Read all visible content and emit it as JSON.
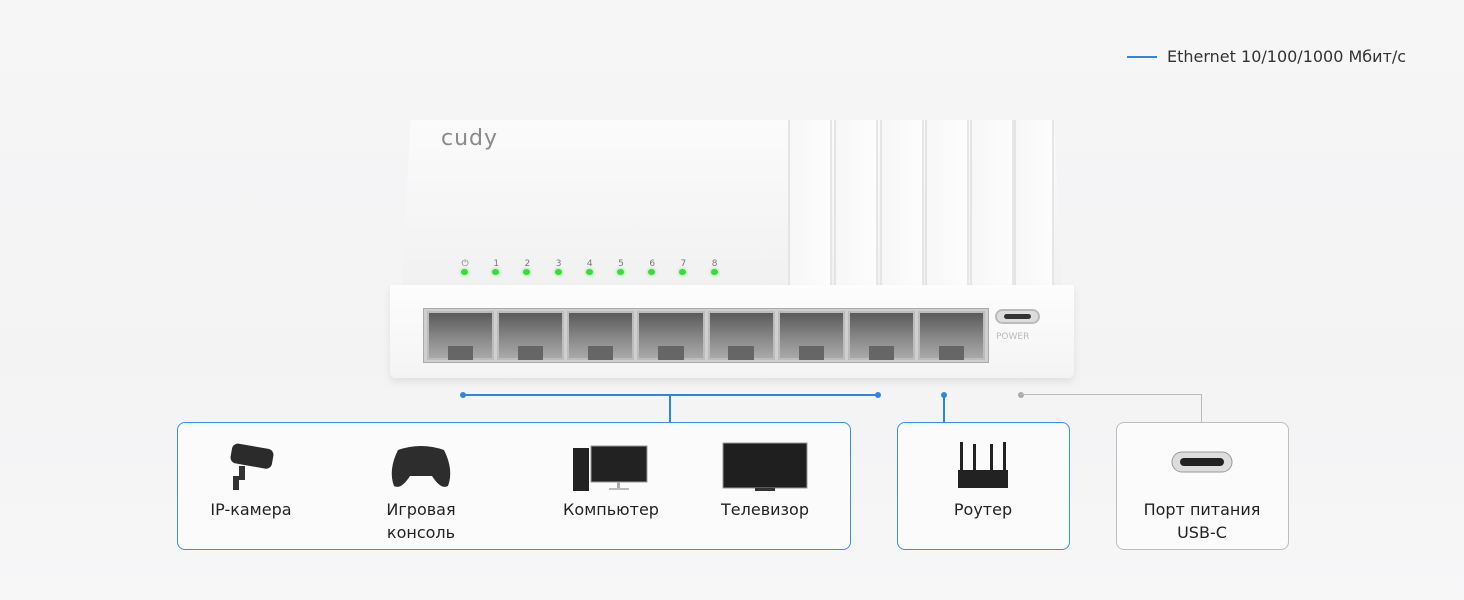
{
  "legend": {
    "label": "Ethernet 10/100/1000 Мбит/с",
    "color": "#2f86e0"
  },
  "switch": {
    "brand": "cudy",
    "led_labels": [
      "⏻",
      "1",
      "2",
      "3",
      "4",
      "5",
      "6",
      "7",
      "8"
    ],
    "port_count": 8,
    "power_label": "POWER"
  },
  "groups": {
    "devices": [
      {
        "label": "IP-камера",
        "icon": "ip-camera-icon"
      },
      {
        "label": "Игровая",
        "label2": "консоль",
        "icon": "gamepad-icon"
      },
      {
        "label": "Компьютер",
        "icon": "computer-icon"
      },
      {
        "label": "Телевизор",
        "icon": "tv-icon"
      }
    ],
    "router": {
      "label": "Роутер",
      "icon": "router-icon"
    },
    "usb": {
      "label": "Порт питания",
      "label2": "USB-C",
      "icon": "usb-c-icon"
    }
  }
}
